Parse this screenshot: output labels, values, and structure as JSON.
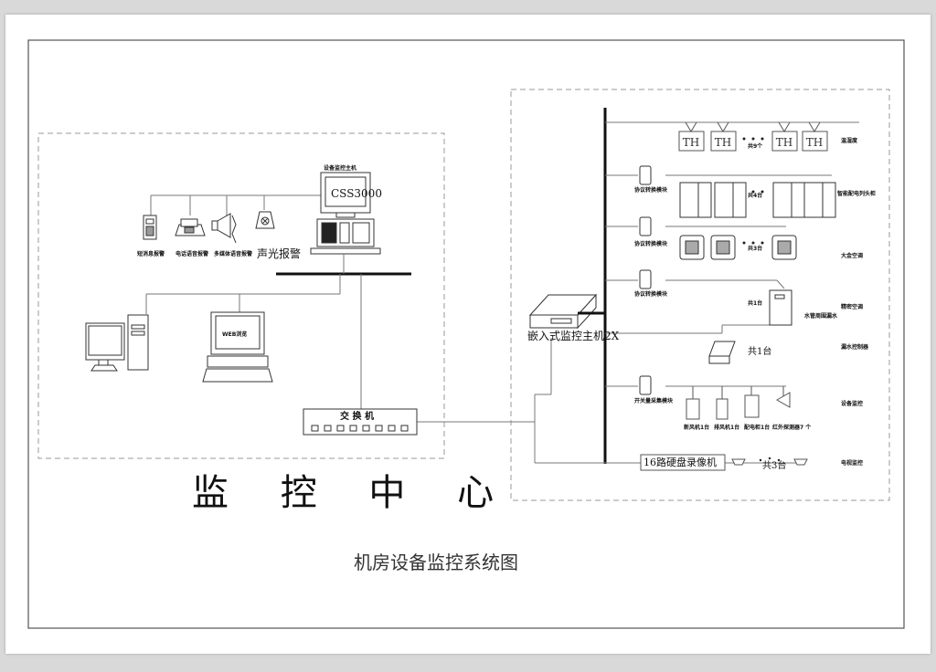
{
  "diagram": {
    "title": "机房设备监控系统图",
    "monitoring_center": {
      "label": "监 控 中 心",
      "host_caption": "设备监控主机",
      "host_screen_text": "CSS3000",
      "alarms": [
        {
          "name": "sms-alarm",
          "label": "短消息报警"
        },
        {
          "name": "phone-alarm",
          "label": "电话语音报警"
        },
        {
          "name": "multimedia-alarm",
          "label": "多媒体语音报警"
        },
        {
          "name": "sound-light-alarm",
          "label": "声光报警"
        }
      ],
      "web_browse_label": "WEB浏览",
      "switch_label": "交 换 机"
    },
    "field_side": {
      "controller_label": "嵌入式监控主机2X",
      "rows": [
        {
          "name": "temp-humidity",
          "module": "",
          "device_text": "TH",
          "count": "共9个",
          "category": "温湿度"
        },
        {
          "name": "power-cabinet",
          "module": "协议转换模块",
          "count": "共4台",
          "category": "智能配电列头柜"
        },
        {
          "name": "daikin-ac",
          "module": "协议转换模块",
          "count": "共3台",
          "category": "大金空调"
        },
        {
          "name": "precision-ac",
          "module": "协议转换模块",
          "count": "共1台",
          "category": "精密空调",
          "extra": "水管周围漏水"
        },
        {
          "name": "leak-controller",
          "module": "",
          "count": "共1台",
          "category": "漏水控制器"
        },
        {
          "name": "equipment-monitor",
          "module": "开关量采集模块",
          "category": "设备监控",
          "devices": [
            "新风机1台",
            "排风机1台",
            "配电柜1台",
            "红外探测器7 个"
          ]
        },
        {
          "name": "video-monitor",
          "module": "16路硬盘录像机",
          "count": "共3台",
          "category": "电视监控"
        }
      ]
    }
  }
}
